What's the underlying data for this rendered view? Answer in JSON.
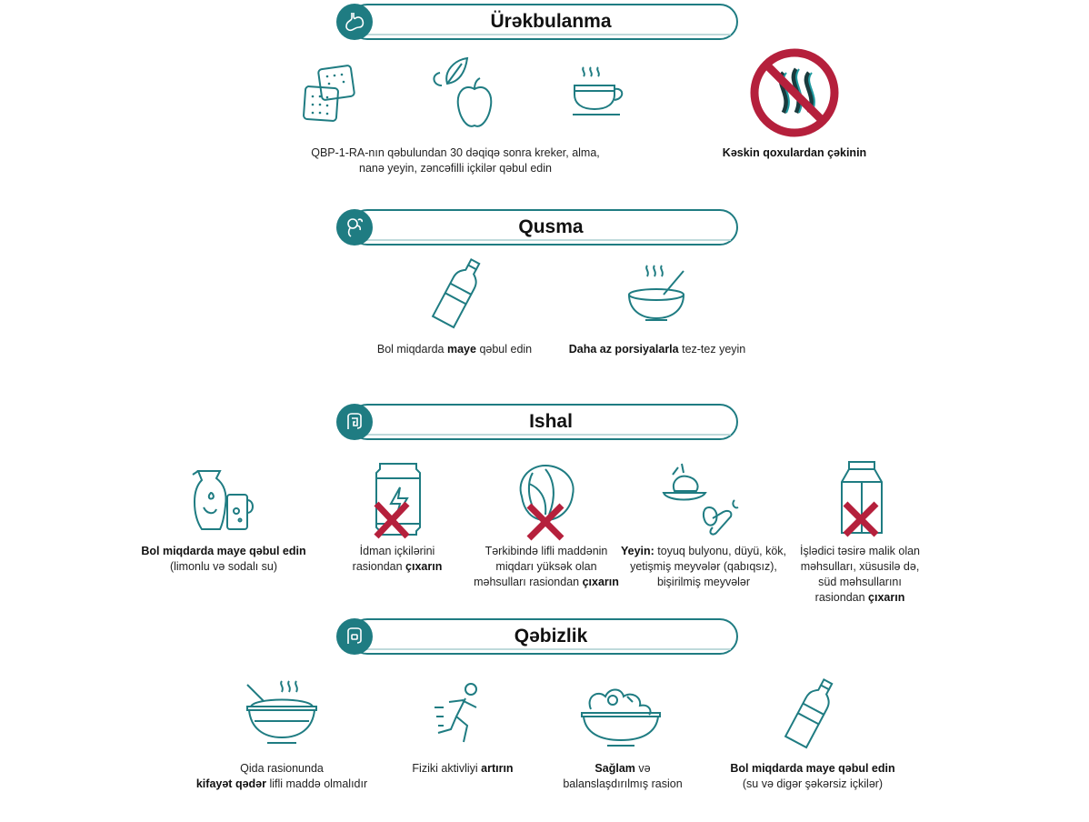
{
  "colors": {
    "teal": "#1f7c82",
    "red": "#b5203c"
  },
  "sections": [
    {
      "title": "Ürəkbulanma",
      "icon": "stomach-icon",
      "items": [
        {
          "icon": "crackers-apple-tea-icon",
          "caption": [
            "QBP-1-RA-nın qəbulundan 30 dəqiqə sonra kreker, alma,",
            "nanə yeyin, zəncəfilli içkilər qəbul edin"
          ]
        },
        {
          "icon": "no-smell-icon",
          "caption_bold": "Kəskin qoxulardan çəkinin"
        }
      ]
    },
    {
      "title": "Qusma",
      "icon": "vomit-icon",
      "items": [
        {
          "icon": "bottle-icon",
          "pre": "Bol miqdarda ",
          "bold": "maye",
          "post": " qəbul edin"
        },
        {
          "icon": "bowl-icon",
          "bold": "Daha az porsiyalarla",
          "post": " tez-tez yeyin"
        }
      ]
    },
    {
      "title": "Ishal",
      "icon": "intestine-icon",
      "items": [
        {
          "icon": "pitcher-icon",
          "bold": "Bol miqdarda maye qəbul edin",
          "post": "(limonlu və sodalı su)"
        },
        {
          "icon": "energy-drink-crossed-icon",
          "pre": "İdman içkilərini",
          "pre2": "rasiondan ",
          "bold": "çıxarın"
        },
        {
          "icon": "cabbage-crossed-icon",
          "pre": "Tərkibində lifli maddənin",
          "pre2": "miqdarı yüksək olan",
          "pre3": "məhsulları rasiondan ",
          "bold": "çıxarın"
        },
        {
          "icon": "chicken-vegetables-icon",
          "bold": "Yeyin:",
          "post": " toyuq bulyonu, düyü, kök,",
          "post2": "yetişmiş meyvələr (qabıqsız),",
          "post3": "bişirilmiş meyvələr"
        },
        {
          "icon": "milk-crossed-icon",
          "pre": "İşlədici təsirə malik olan",
          "pre2": "məhsulları, xüsusilə də,",
          "pre3": "süd məhsullarını",
          "pre4": "rasiondan ",
          "bold": "çıxarın"
        }
      ]
    },
    {
      "title": "Qəbizlik",
      "icon": "constipation-icon",
      "items": [
        {
          "icon": "porridge-icon",
          "pre": "Qida rasionunda",
          "bold": "kifayət qədər",
          "post": " lifli maddə olmalıdır"
        },
        {
          "icon": "running-icon",
          "pre": "Fiziki aktivliyi ",
          "bold": "artırın"
        },
        {
          "icon": "salad-icon",
          "bold": "Sağlam",
          "post": " və",
          "post2": "balanslaşdırılmış rasion"
        },
        {
          "icon": "bottle-icon",
          "bold": "Bol miqdarda maye qəbul edin",
          "post": "(su və digər şəkərsiz içkilər)"
        }
      ]
    }
  ]
}
